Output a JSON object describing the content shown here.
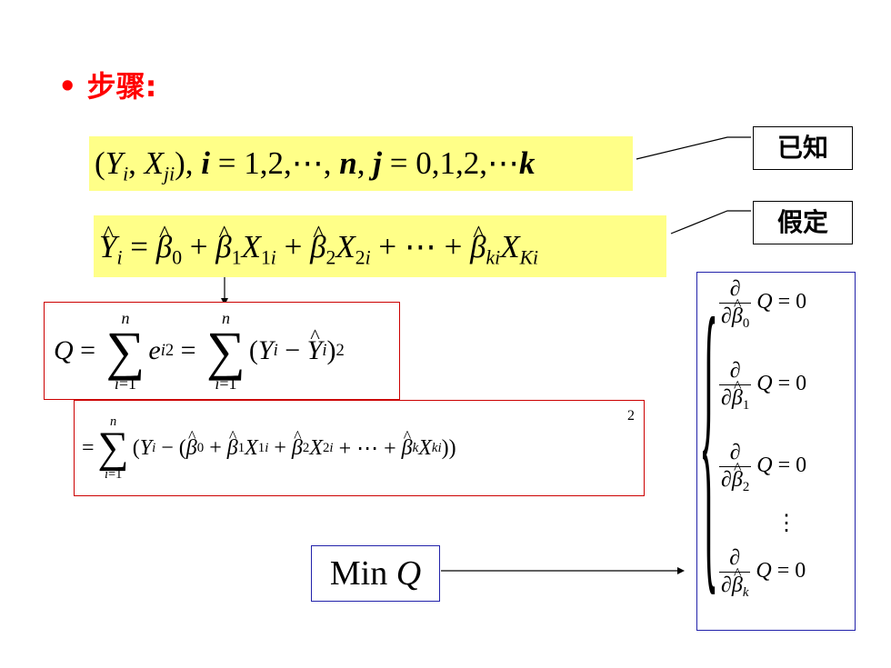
{
  "slide": {
    "bullet": "•",
    "heading": "步骤:"
  },
  "labels": {
    "known": "已知",
    "assumed": "假定"
  },
  "minimize": {
    "min_word": "Min",
    "Q": "Q"
  },
  "colors": {
    "heading": "#ff0000",
    "highlight": "#ffff88",
    "red_box": "#cc0000",
    "blue_box": "#2222aa"
  }
}
